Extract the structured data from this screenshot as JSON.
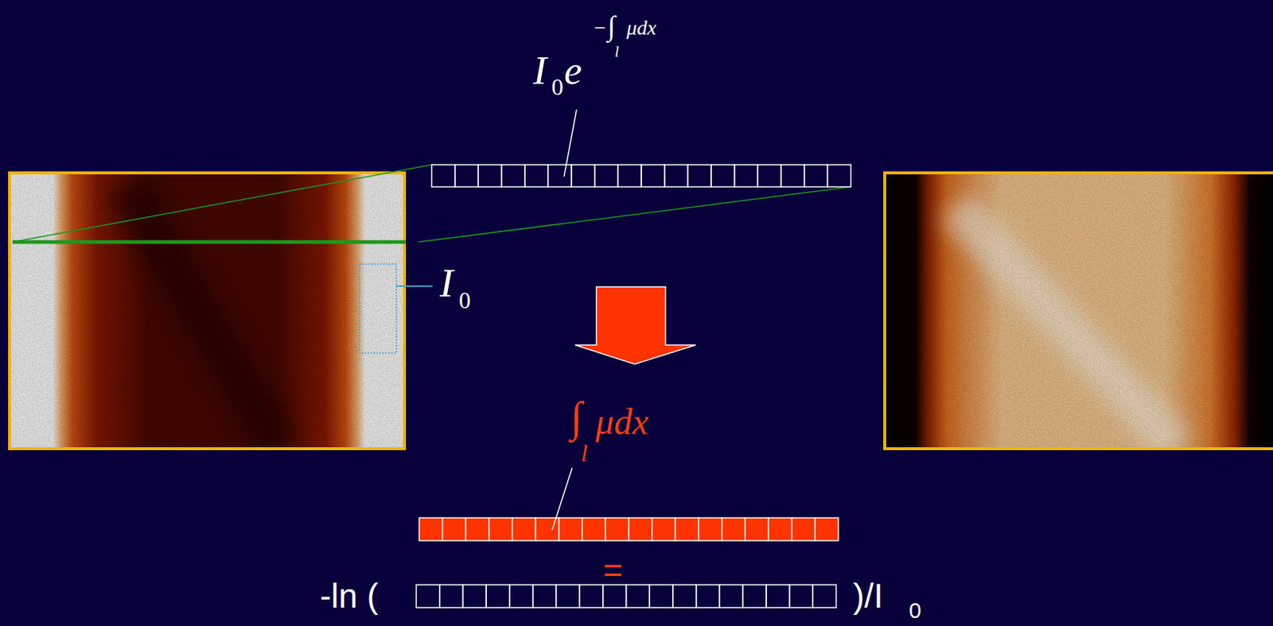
{
  "diagram": {
    "labels": [
      "I",
      "0",
      "e",
      "−",
      "∫",
      "μdx",
      "l",
      "I",
      "0",
      "∫",
      "μdx",
      "l",
      "=",
      "-ln (",
      ")/I",
      "0"
    ]
  }
}
